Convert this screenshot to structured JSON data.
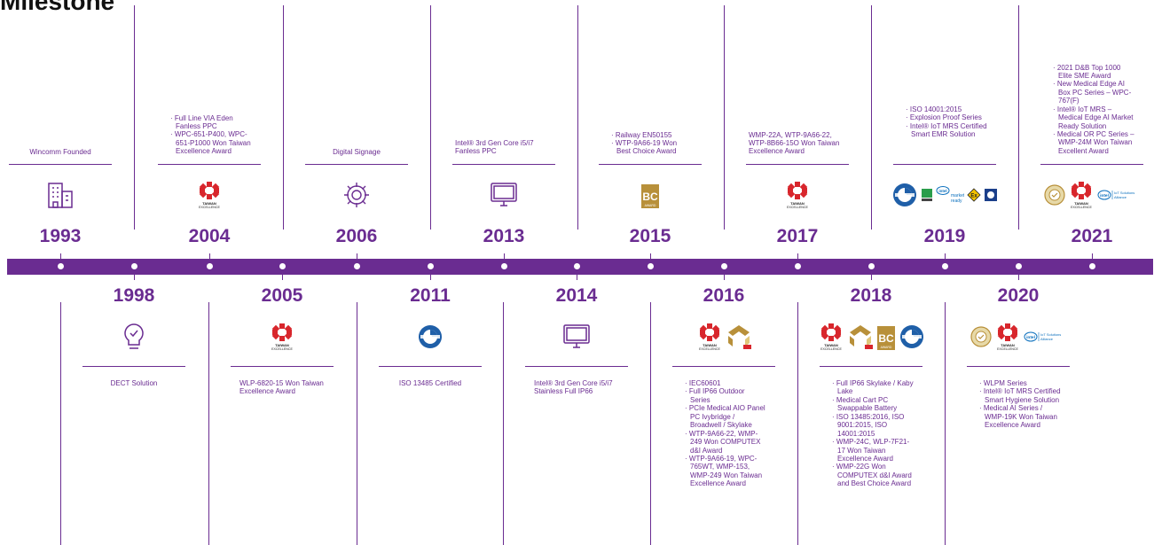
{
  "page": {
    "title": "Milestone"
  },
  "timeline": [
    {
      "year": "1993",
      "text": "Wincomm Founded",
      "icons": [
        "building-icon"
      ]
    },
    {
      "year": "1998",
      "text": "DECT Solution",
      "icons": [
        "lightbulb-icon"
      ]
    },
    {
      "year": "2004",
      "items": [
        "Full Line VIA Eden Fanless PPC",
        "WPC-651-P400, WPC-651-P1000 Won Taiwan Excellence Award"
      ],
      "icons": [
        "taiwan-excellence-icon"
      ]
    },
    {
      "year": "2005",
      "text": "WLP-6820-15 Won Taiwan Excellence Award",
      "icons": [
        "taiwan-excellence-icon"
      ]
    },
    {
      "year": "2006",
      "text": "Digital Signage",
      "icons": [
        "gear-icon"
      ]
    },
    {
      "year": "2011",
      "text": "ISO 13485 Certified",
      "icons": [
        "iso-cert-icon"
      ]
    },
    {
      "year": "2013",
      "text": "Intel® 3rd Gen Core i5/i7 Fanless PPC",
      "icons": [
        "monitor-icon"
      ]
    },
    {
      "year": "2014",
      "text": "Intel® 3rd Gen Core i5/i7 Stainless Full IP66",
      "icons": [
        "monitor-icon"
      ]
    },
    {
      "year": "2015",
      "items": [
        "Railway EN50155",
        "WTP-9A66-19 Won Best Choice Award"
      ],
      "icons": [
        "best-choice-award-icon"
      ]
    },
    {
      "year": "2016",
      "items": [
        "IEC60601",
        "Full IP66 Outdoor Series",
        "PCIe Medical AIO Panel PC Ivybridge / Broadwell / Skylake",
        "WTP-9A66-22, WMP-249 Won COMPUTEX d&I Award",
        "WTP-9A66-19, WPC-765WT, WMP-153, WMP-249 Won Taiwan Excellence Award"
      ],
      "icons": [
        "taiwan-excellence-icon",
        "computex-award-icon"
      ]
    },
    {
      "year": "2017",
      "text": "WMP-22A, WTP-9A66-22, WTP-8B66-15O Won Taiwan Excellence Award",
      "icons": [
        "taiwan-excellence-icon"
      ]
    },
    {
      "year": "2018",
      "items": [
        "Full IP66 Skylake / Kaby Lake",
        "Medical Cart PC Swappable Battery",
        "ISO 13485:2016, ISO 9001:2015, ISO 14001:2015",
        "WMP-24C, WLP-7F21-17 Won Taiwan Excellence Award",
        "WMP-22G Won COMPUTEX d&I Award and Best Choice Award"
      ],
      "icons": [
        "taiwan-excellence-icon",
        "computex-award-icon",
        "best-choice-award-icon",
        "iso-cert-icon"
      ]
    },
    {
      "year": "2019",
      "items": [
        "ISO 14001:2015",
        "Explosion Proof Series",
        "Intel® IoT MRS Certified Smart EMR Solution"
      ],
      "icons": [
        "iso-cert-icon",
        "cert-badge-icon",
        "intel-market-ready-icon",
        "ex-proof-icon",
        "iso-badge-icon"
      ]
    },
    {
      "year": "2020",
      "items": [
        "WLPM Series",
        "Intel® IoT MRS Certified Smart Hygiene Solution",
        "Medical AI Series / WMP-19K Won Taiwan Excellence Award"
      ],
      "icons": [
        "elite-award-icon",
        "taiwan-excellence-icon",
        "intel-iot-alliance-icon"
      ]
    },
    {
      "year": "2021",
      "items": [
        "2021 D&B Top 1000 Elite SME Award",
        "New Medical Edge AI Box PC Series – WPC-767(F)",
        "Intel® IoT MRS – Medical Edge AI Market Ready Solution",
        "Medical OR PC Series – WMP-24M Won Taiwan Excellent Award"
      ],
      "icons": [
        "elite-award-icon",
        "taiwan-excellence-icon",
        "intel-iot-alliance-icon"
      ]
    }
  ],
  "icon_labels": {
    "taiwan_excellence": "TAIWAN EXCELLENCE",
    "best_choice": "BC",
    "award": "AWARD",
    "intel": "intel",
    "market_ready": "market ready",
    "iot_alliance": "IoT Solutions Alliance",
    "ex": "Ex"
  },
  "colors": {
    "accent": "#6a2c91",
    "gold": "#b8903a",
    "red": "#d8262c",
    "intel_blue": "#0a6fbd"
  }
}
